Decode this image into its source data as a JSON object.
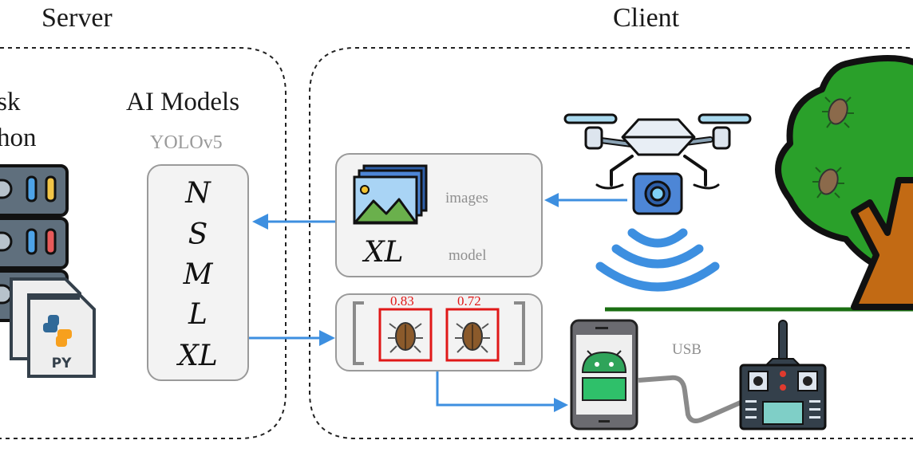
{
  "server": {
    "title": "Server",
    "backend_heading_line1": "Flask",
    "backend_heading_line2": "Python",
    "file_label": "PY",
    "models_heading": "AI Models",
    "models_subheading": "YOLOv5",
    "model_sizes": [
      "N",
      "S",
      "M",
      "L",
      "XL"
    ]
  },
  "client": {
    "title": "Client",
    "request_panel": {
      "images_label": "images",
      "model_value": "XL",
      "model_label": "model"
    },
    "detections": [
      {
        "score": "0.83"
      },
      {
        "score": "0.72"
      }
    ],
    "usb_label": "USB"
  },
  "colors": {
    "arrow": "#3d8fe0",
    "detection_box": "#e01818",
    "tree_green": "#2aa02a",
    "ground": "#1a6e12",
    "trunk": "#c26a14",
    "usb_cable": "#8a8a8a"
  },
  "icons": [
    "server-rack-icon",
    "python-file-icon",
    "image-stack-icon",
    "beetle-icon",
    "drone-icon",
    "wireless-signal-icon",
    "tree-icon",
    "android-phone-icon",
    "remote-controller-icon"
  ]
}
